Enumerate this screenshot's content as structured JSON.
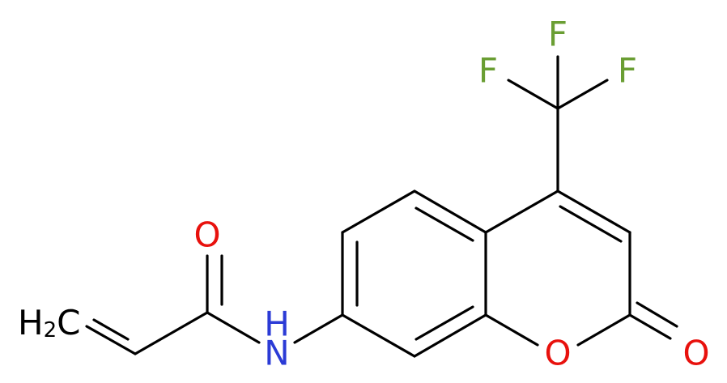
{
  "molecule": {
    "atoms": {
      "f_top": "F",
      "f_left": "F",
      "f_right": "F",
      "oxygen_carbonyl_amide": "O",
      "nitrogen_amide": "N",
      "hydrogen_amide": "H",
      "oxygen_ring": "O",
      "oxygen_lactone": "O",
      "methylene_h": "H",
      "methylene_sub": "2",
      "methylene_c": "C"
    },
    "colors": {
      "bond": "#000000",
      "fluorine": "#6a9e33",
      "oxygen": "#e8110d",
      "nitrogen": "#2b3bd6",
      "carbon_hydrogen": "#000000"
    }
  }
}
